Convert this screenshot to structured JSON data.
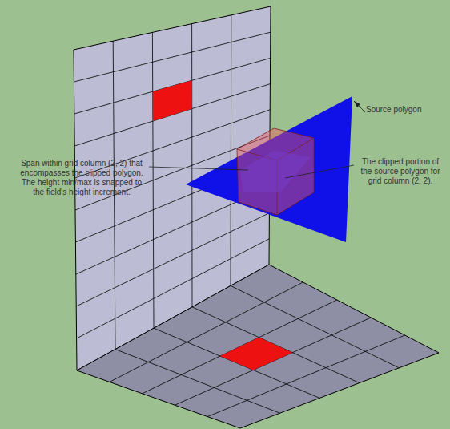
{
  "diagram": {
    "labels": [
      "Source polygon",
      "Span within grid column (2, 2) that encompasses the clipped polygon. The height min/max is snapped to the field's height increment.",
      "The clipped portion of the source polygon for grid column (2, 2)."
    ]
  }
}
